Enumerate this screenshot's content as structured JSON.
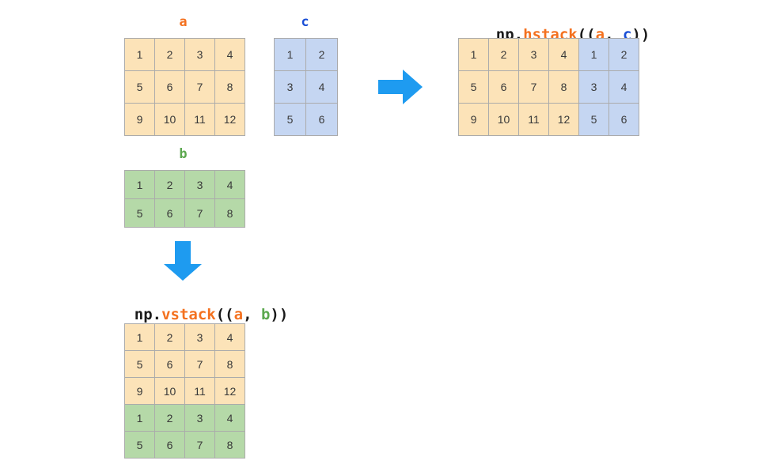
{
  "colors": {
    "orange": "#f4711f",
    "green": "#5ca84f",
    "blue": "#1a4fd6",
    "cell_orange": "#fce3b8",
    "cell_blue": "#c5d6f2",
    "cell_green": "#b5d9a8",
    "cell_border": "#ababab",
    "arrow": "#1e9bf0",
    "text": "#3a3a3a"
  },
  "labels": {
    "a": "a",
    "b": "b",
    "c": "c"
  },
  "titles": {
    "hstack": {
      "np": "np.",
      "fn": "hstack",
      "open": "((",
      "arg1": "a",
      "sep": ", ",
      "arg2": "c",
      "close": "))",
      "full": "np.hstack((a, c))"
    },
    "vstack": {
      "np": "np.",
      "fn": "vstack",
      "open": "((",
      "arg1": "a",
      "sep": ", ",
      "arg2": "b",
      "close": "))",
      "full": "np.vstack((a, b))"
    }
  },
  "matrices": {
    "a": {
      "name": "a",
      "rows": 3,
      "cols": 4,
      "values": [
        [
          1,
          2,
          3,
          4
        ],
        [
          5,
          6,
          7,
          8
        ],
        [
          9,
          10,
          11,
          12
        ]
      ]
    },
    "b": {
      "name": "b",
      "rows": 2,
      "cols": 4,
      "values": [
        [
          1,
          2,
          3,
          4
        ],
        [
          5,
          6,
          7,
          8
        ]
      ]
    },
    "c": {
      "name": "c",
      "rows": 3,
      "cols": 2,
      "values": [
        [
          1,
          2
        ],
        [
          3,
          4
        ],
        [
          5,
          6
        ]
      ]
    },
    "hstack_result": {
      "rows": 3,
      "cols": 6,
      "values": [
        [
          1,
          2,
          3,
          4,
          1,
          2
        ],
        [
          5,
          6,
          7,
          8,
          3,
          4
        ],
        [
          9,
          10,
          11,
          12,
          5,
          6
        ]
      ],
      "source": [
        [
          "a",
          "a",
          "a",
          "a",
          "c",
          "c"
        ],
        [
          "a",
          "a",
          "a",
          "a",
          "c",
          "c"
        ],
        [
          "a",
          "a",
          "a",
          "a",
          "c",
          "c"
        ]
      ]
    },
    "vstack_result": {
      "rows": 5,
      "cols": 4,
      "values": [
        [
          1,
          2,
          3,
          4
        ],
        [
          5,
          6,
          7,
          8
        ],
        [
          9,
          10,
          11,
          12
        ],
        [
          1,
          2,
          3,
          4
        ],
        [
          5,
          6,
          7,
          8
        ]
      ],
      "source": [
        [
          "a",
          "a",
          "a",
          "a"
        ],
        [
          "a",
          "a",
          "a",
          "a"
        ],
        [
          "a",
          "a",
          "a",
          "a"
        ],
        [
          "b",
          "b",
          "b",
          "b"
        ],
        [
          "b",
          "b",
          "b",
          "b"
        ]
      ]
    }
  },
  "arrows": {
    "right": "arrow-right",
    "down": "arrow-down"
  }
}
